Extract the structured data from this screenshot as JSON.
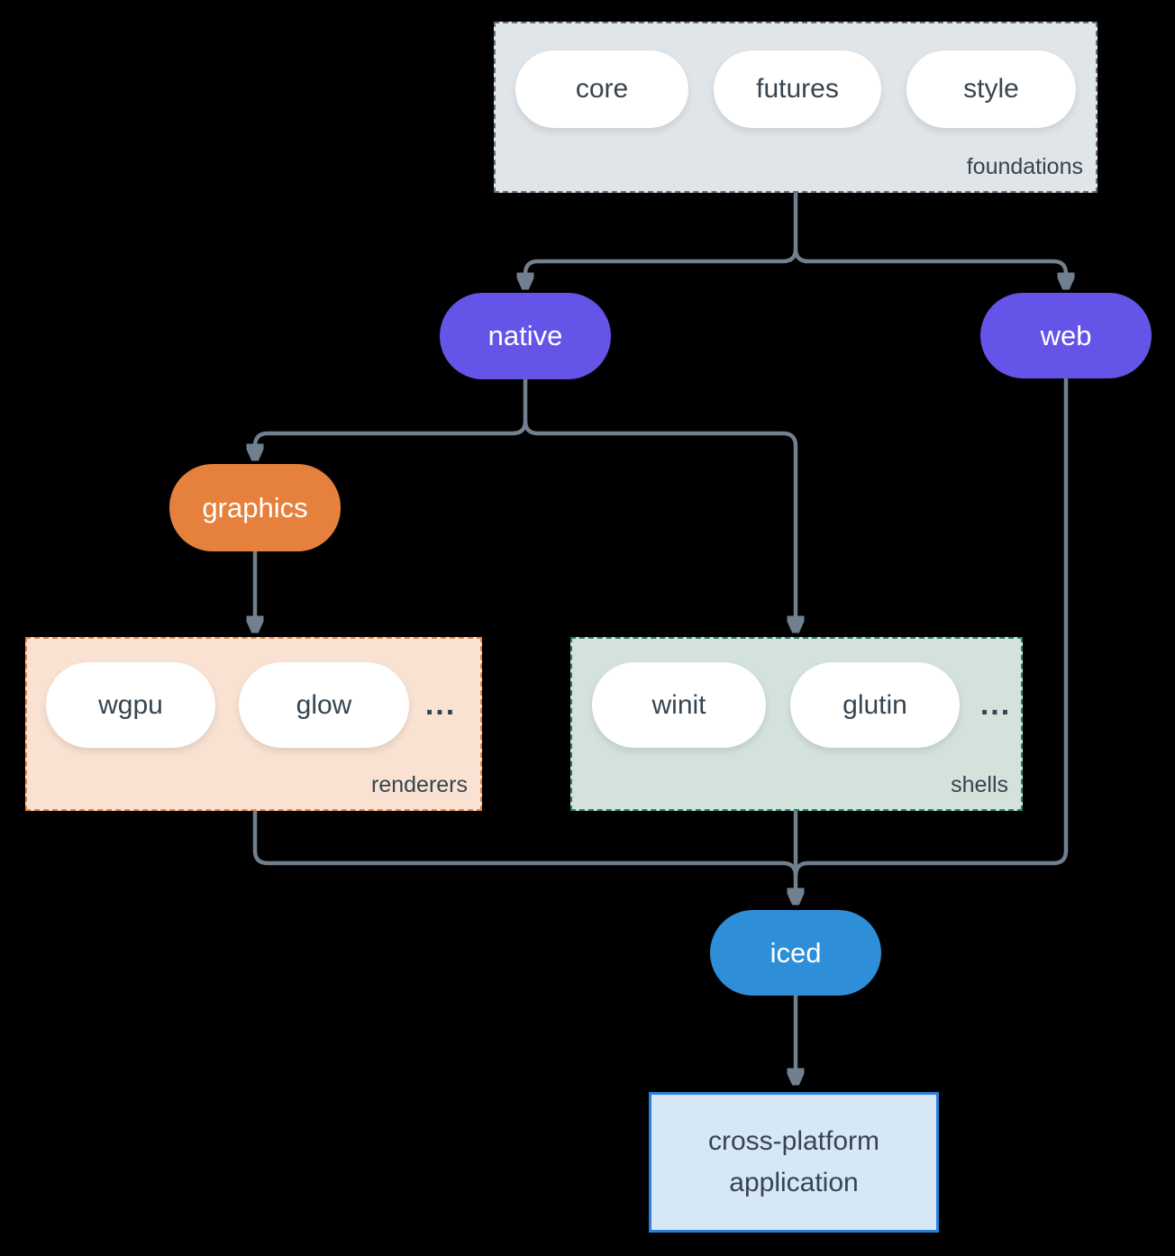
{
  "colors": {
    "background": "#000000",
    "connector": "#71808f",
    "text_dark": "#36454f",
    "node_purple": "#6554e8",
    "node_orange": "#e5813c",
    "node_blue": "#2e8ed8",
    "foundations_fill": "#e0e5e9",
    "foundations_border": "#5f7080",
    "renderers_fill": "#f9e2d2",
    "renderers_border": "#e8833d",
    "shells_fill": "#d4e2dc",
    "shells_border": "#23806d",
    "application_fill": "#d6e7f8",
    "application_border": "#2b80d6"
  },
  "groups": {
    "foundations": {
      "label": "foundations",
      "pills": [
        "core",
        "futures",
        "style"
      ]
    },
    "renderers": {
      "label": "renderers",
      "pills": [
        "wgpu",
        "glow"
      ],
      "ellipsis": "..."
    },
    "shells": {
      "label": "shells",
      "pills": [
        "winit",
        "glutin"
      ],
      "ellipsis": "..."
    }
  },
  "nodes": {
    "native": "native",
    "web": "web",
    "graphics": "graphics",
    "iced": "iced",
    "application": "cross-platform application"
  }
}
